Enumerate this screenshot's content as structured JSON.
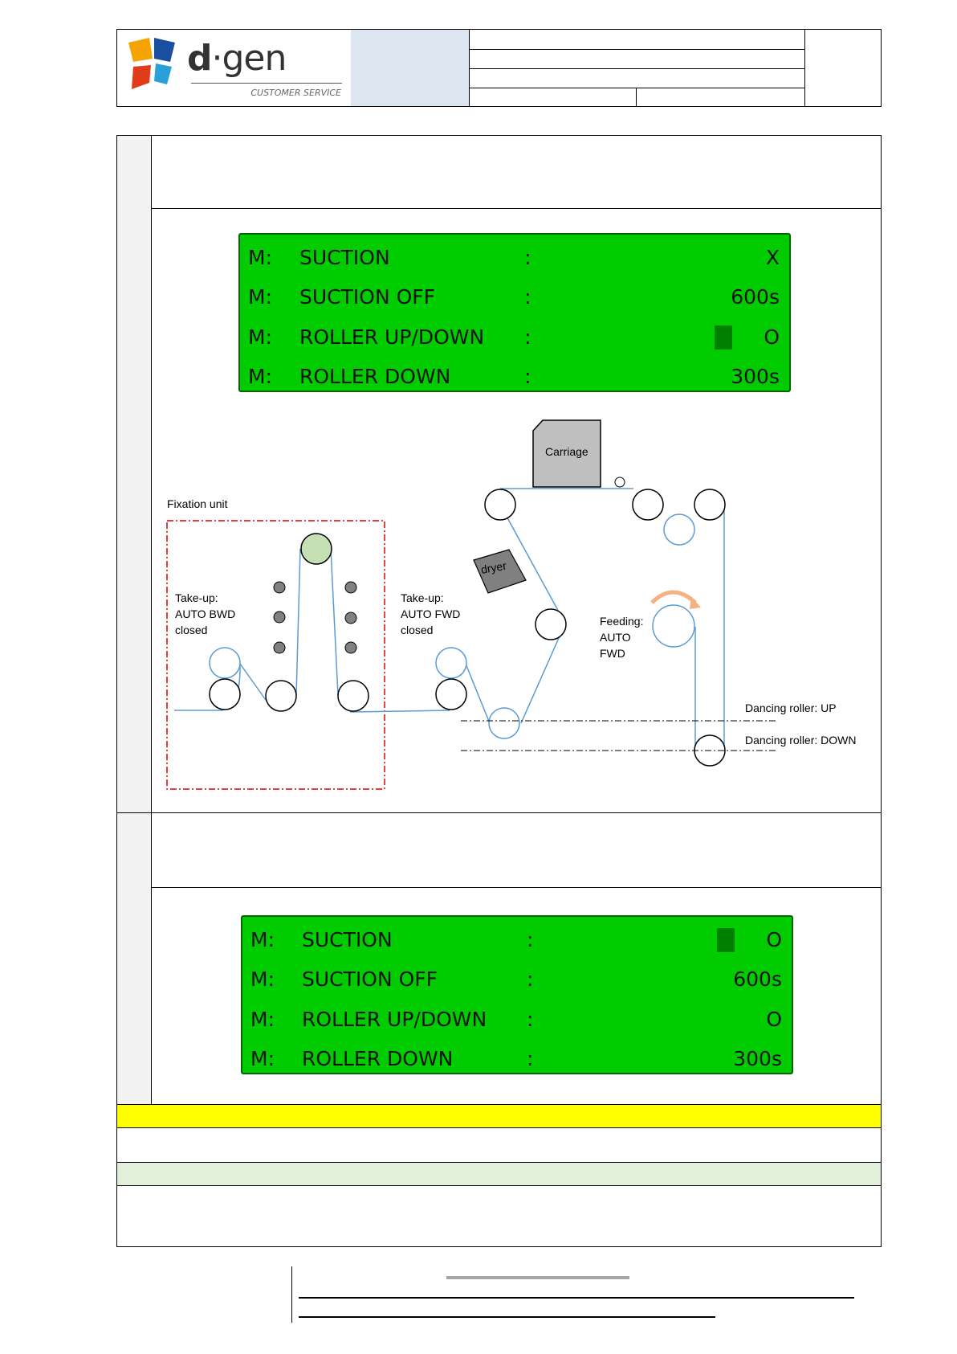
{
  "header": {
    "logo_text": "d",
    "logo_dot": "·",
    "logo_text2": "gen",
    "logo_subtitle": "CUSTOMER SERVICE"
  },
  "lcd1": {
    "rows": [
      {
        "prefix": "M:",
        "label": "SUCTION",
        "colon": ":",
        "value": "X",
        "cursor": false
      },
      {
        "prefix": "M:",
        "label": "SUCTION OFF",
        "colon": ":",
        "value": "600s",
        "cursor": false
      },
      {
        "prefix": "M:",
        "label": "ROLLER UP/DOWN",
        "colon": ":",
        "value": "O",
        "cursor": true
      },
      {
        "prefix": "M:",
        "label": "ROLLER DOWN",
        "colon": ":",
        "value": "300s",
        "cursor": false
      }
    ]
  },
  "lcd2": {
    "rows": [
      {
        "prefix": "M:",
        "label": "SUCTION",
        "colon": ":",
        "value": "O",
        "cursor": true
      },
      {
        "prefix": "M:",
        "label": "SUCTION OFF",
        "colon": ":",
        "value": "600s",
        "cursor": false
      },
      {
        "prefix": "M:",
        "label": "ROLLER UP/DOWN",
        "colon": ":",
        "value": "O",
        "cursor": false
      },
      {
        "prefix": "M:",
        "label": "ROLLER DOWN",
        "colon": ":",
        "value": "300s",
        "cursor": false
      }
    ]
  },
  "diagram": {
    "carriage": "Carriage",
    "dryer": "dryer",
    "fixation_unit": "Fixation unit",
    "takeup_bwd": [
      "Take-up:",
      "AUTO BWD",
      "closed"
    ],
    "takeup_fwd": [
      "Take-up:",
      "AUTO FWD",
      "closed"
    ],
    "feeding": [
      "Feeding:",
      "AUTO",
      "FWD"
    ],
    "dancing_up": "Dancing roller: UP",
    "dancing_down": "Dancing roller: DOWN"
  },
  "colors": {
    "lcd_green": "#00cc00",
    "highlight_yellow": "#ffff00",
    "light_green_row": "#e2efda",
    "header_label_blue": "#dce6f1",
    "web_blue": "#5b9bd5",
    "fixation_red": "#e00000",
    "feed_arrow_orange": "#f4b183"
  }
}
